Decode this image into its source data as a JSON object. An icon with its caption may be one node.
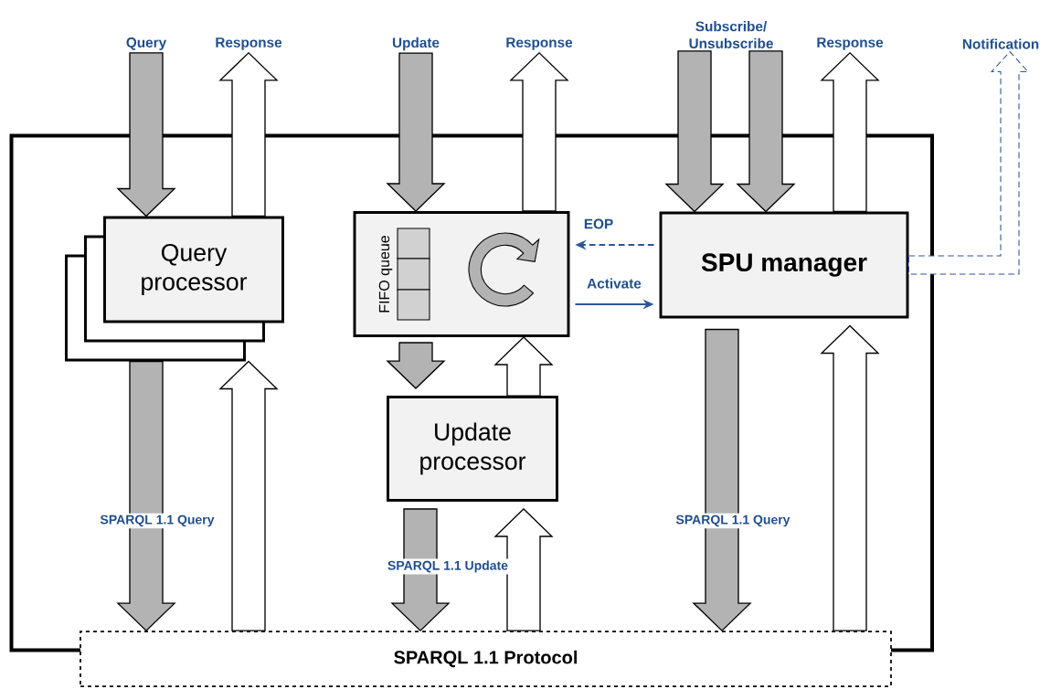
{
  "diagram": {
    "nodes": [
      {
        "text": [],
        "shape": "box"
      },
      {
        "text": [
          "Query processor"
        ],
        "in": 0
      },
      {
        "text": [
          "FIFO queue"
        ],
        "in": 0
      },
      {
        "text": [
          "SPU manager"
        ],
        "in": 0
      },
      {
        "text": [
          "Update processor"
        ],
        "in": 0
      },
      {
        "text": [
          "SPARQL 1.1 Protocol"
        ]
      },
      {
        "text": [
          "Query"
        ]
      },
      {
        "text": [
          "Response"
        ]
      },
      {
        "text": [
          "Update"
        ]
      },
      {
        "text": [
          "Response"
        ]
      },
      {
        "text": [
          "Subscribe/ Unsubscribe"
        ]
      },
      {
        "text": [
          "Response"
        ]
      },
      {
        "text": [
          "Notification"
        ]
      }
    ],
    "edges": [
      {
        "from": 6,
        "to": 1,
        "arrow": "to"
      },
      {
        "from": 1,
        "to": 7,
        "arrow": "to"
      },
      {
        "from": 8,
        "to": 2,
        "arrow": "to"
      },
      {
        "from": 2,
        "to": 9,
        "arrow": "to"
      },
      {
        "from": 10,
        "to": 3,
        "arrow": "to"
      },
      {
        "from": 10,
        "to": 3,
        "arrow": "to"
      },
      {
        "from": 3,
        "to": 11,
        "arrow": "to"
      },
      {
        "from": 3,
        "to": 12,
        "arrow": "to",
        "style": "dashed",
        "color": "#2f5597"
      },
      {
        "from": 3,
        "to": 2,
        "arrow": "to",
        "label": "EOP",
        "style": "dashed",
        "color": "#2f5597"
      },
      {
        "from": 2,
        "to": 3,
        "arrow": "to",
        "label": "Activate",
        "color": "#2f5597"
      },
      {
        "from": 2,
        "to": 4,
        "arrow": "to"
      },
      {
        "from": 4,
        "to": 2,
        "arrow": "to"
      },
      {
        "from": 1,
        "to": 5,
        "arrow": "to",
        "label": "SPARQL 1.1 Query"
      },
      {
        "from": 5,
        "to": 1,
        "arrow": "to"
      },
      {
        "from": 4,
        "to": 5,
        "arrow": "to",
        "label": "SPARQL 1.1 Update"
      },
      {
        "from": 5,
        "to": 4,
        "arrow": "to"
      },
      {
        "from": 3,
        "to": 5,
        "arrow": "to",
        "label": "SPARQL 1.1 Query"
      },
      {
        "from": 5,
        "to": 3,
        "arrow": "to"
      }
    ]
  }
}
